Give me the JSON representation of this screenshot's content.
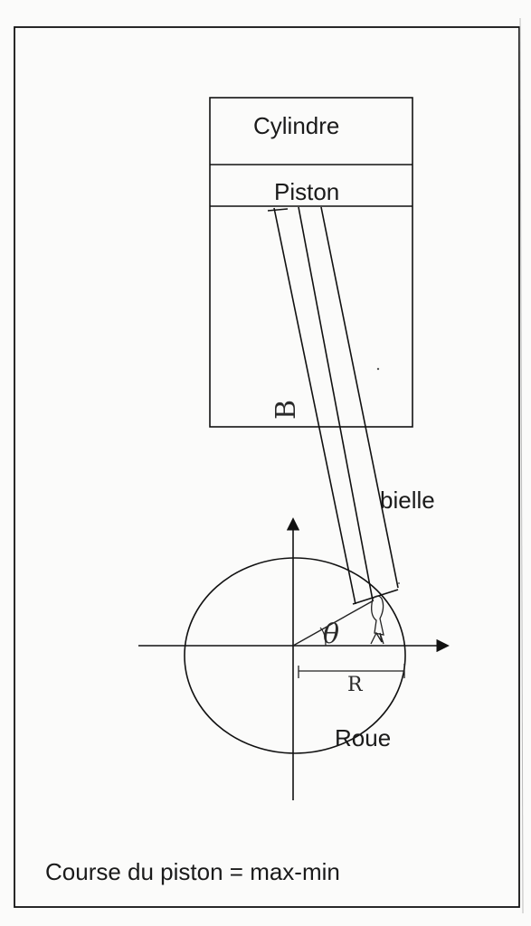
{
  "labels": {
    "cylinder": "Cylindre",
    "piston": "Piston",
    "rod": "bielle",
    "wheel": "Roue",
    "caption": "Course du piston = max-min"
  },
  "handwritten": {
    "rod_length": "B",
    "angle": "θ",
    "radius": "R"
  }
}
